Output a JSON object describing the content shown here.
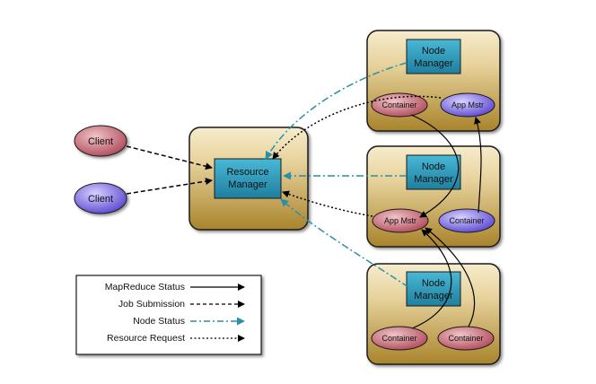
{
  "diagram": {
    "resource_manager": {
      "label_line1": "Resource",
      "label_line2": "Manager"
    },
    "clients": [
      {
        "label": "Client",
        "color": "#c05a6a"
      },
      {
        "label": "Client",
        "color": "#6a5ad8"
      }
    ],
    "node_managers": [
      {
        "label_line1": "Node",
        "label_line2": "Manager",
        "left_item": {
          "label": "Container",
          "color": "#c05a6a"
        },
        "right_item": {
          "label": "App Mstr",
          "color": "#6a5ad8"
        }
      },
      {
        "label_line1": "Node",
        "label_line2": "Manager",
        "left_item": {
          "label": "App Mstr",
          "color": "#c05a6a"
        },
        "right_item": {
          "label": "Container",
          "color": "#6a5ad8"
        }
      },
      {
        "label_line1": "Node",
        "label_line2": "Manager",
        "left_item": {
          "label": "Container",
          "color": "#c05a6a"
        },
        "right_item": {
          "label": "Container",
          "color": "#c05a6a"
        }
      }
    ]
  },
  "legend": {
    "items": [
      {
        "label": "MapReduce Status",
        "style": "solid",
        "color": "#000000"
      },
      {
        "label": "Job Submission",
        "style": "dashed",
        "color": "#000000"
      },
      {
        "label": "Node Status",
        "style": "dash-dot",
        "color": "#2a8fa8"
      },
      {
        "label": "Resource Request",
        "style": "dotted",
        "color": "#000000"
      }
    ]
  },
  "colors": {
    "box_gradient_top": "#f3e4be",
    "box_gradient_bottom": "#a8832c",
    "manager_fill": "#2f9bbd",
    "node_status": "#2a8fa8"
  }
}
